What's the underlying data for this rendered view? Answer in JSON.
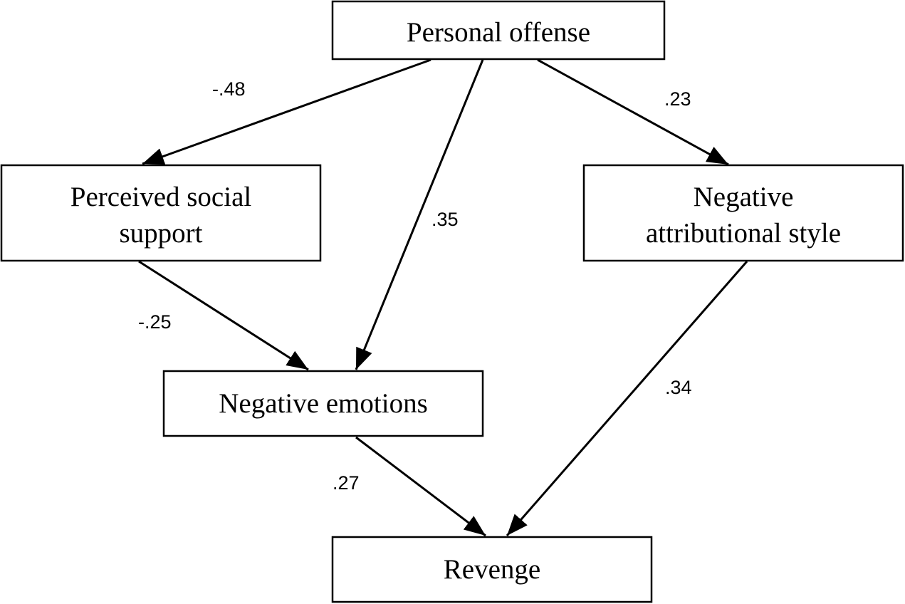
{
  "colors": {
    "stroke": "#000000",
    "background": "#ffffff",
    "text": "#000000"
  },
  "nodes": {
    "personal_offense": {
      "lines": [
        "Personal offense"
      ]
    },
    "perceived_social_support": {
      "lines": [
        "Perceived social",
        "support"
      ]
    },
    "negative_attributional_style": {
      "lines": [
        "Negative",
        "attributional style"
      ]
    },
    "negative_emotions": {
      "lines": [
        "Negative emotions"
      ]
    },
    "revenge": {
      "lines": [
        "Revenge"
      ]
    }
  },
  "edges": [
    {
      "from": "personal_offense",
      "to": "perceived_social_support",
      "label": "-.48"
    },
    {
      "from": "personal_offense",
      "to": "negative_emotions",
      "label": ".35"
    },
    {
      "from": "personal_offense",
      "to": "negative_attributional_style",
      "label": ".23"
    },
    {
      "from": "perceived_social_support",
      "to": "negative_emotions",
      "label": "-.25"
    },
    {
      "from": "negative_emotions",
      "to": "revenge",
      "label": ".27"
    },
    {
      "from": "negative_attributional_style",
      "to": "revenge",
      "label": ".34"
    }
  ]
}
